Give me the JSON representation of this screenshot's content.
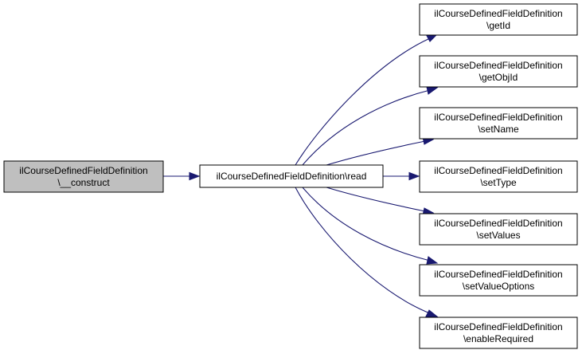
{
  "colors": {
    "background": "#ffffff",
    "node_fill": "#ffffff",
    "node_highlight_fill": "#bfbfbf",
    "node_border": "#000000",
    "edge": "#191970"
  },
  "nodes": {
    "construct": {
      "line1": "ilCourseDefinedFieldDefinition",
      "line2": "\\__construct",
      "highlight": true
    },
    "read": {
      "line1": "ilCourseDefinedFieldDefinition\\read"
    },
    "getId": {
      "line1": "ilCourseDefinedFieldDefinition",
      "line2": "\\getId"
    },
    "getObjId": {
      "line1": "ilCourseDefinedFieldDefinition",
      "line2": "\\getObjId"
    },
    "setName": {
      "line1": "ilCourseDefinedFieldDefinition",
      "line2": "\\setName"
    },
    "setType": {
      "line1": "ilCourseDefinedFieldDefinition",
      "line2": "\\setType"
    },
    "setValues": {
      "line1": "ilCourseDefinedFieldDefinition",
      "line2": "\\setValues"
    },
    "setValueOptions": {
      "line1": "ilCourseDefinedFieldDefinition",
      "line2": "\\setValueOptions"
    },
    "enableRequired": {
      "line1": "ilCourseDefinedFieldDefinition",
      "line2": "\\enableRequired"
    }
  },
  "edges": [
    {
      "from": "construct",
      "to": "read"
    },
    {
      "from": "read",
      "to": "getId"
    },
    {
      "from": "read",
      "to": "getObjId"
    },
    {
      "from": "read",
      "to": "setName"
    },
    {
      "from": "read",
      "to": "setType"
    },
    {
      "from": "read",
      "to": "setValues"
    },
    {
      "from": "read",
      "to": "setValueOptions"
    },
    {
      "from": "read",
      "to": "enableRequired"
    }
  ]
}
